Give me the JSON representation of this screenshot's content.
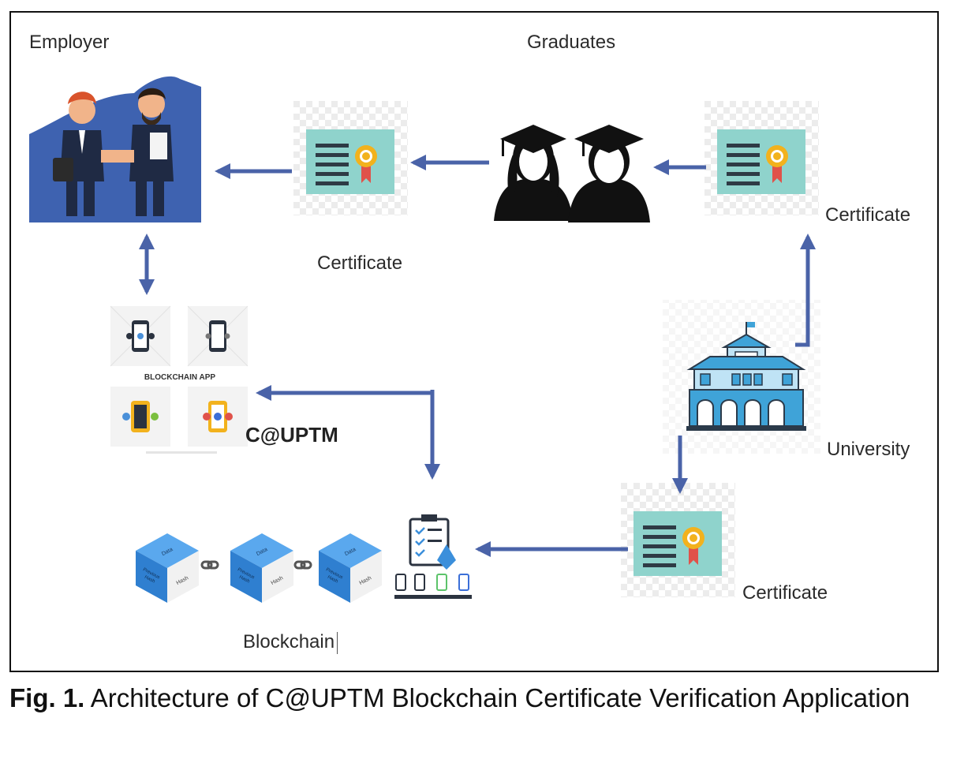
{
  "labels": {
    "employer": "Employer",
    "graduates": "Graduates",
    "certificate_top_middle": "Certificate",
    "certificate_top_right": "Certificate",
    "certificate_bottom_right": "Certificate",
    "university": "University",
    "app_name": "C@UPTM",
    "app_inner_title": "BLOCKCHAIN APP",
    "blockchain": "Blockchain"
  },
  "block_text": {
    "top": "Data",
    "front": "Previous Hash",
    "side": "Hash"
  },
  "caption": {
    "prefix": "Fig. 1.",
    "text": "Architecture of C@UPTM Blockchain Certificate Verification Application"
  },
  "colors": {
    "arrow": "#4a63a8",
    "certificate_bg": "#8fd3cc",
    "ribbon_gold": "#f2b21d",
    "ribbon_red": "#e0524a",
    "university_blue": "#3fa3d8",
    "block_blue": "#3b8fdb",
    "employer_bg": "#3e62b0"
  },
  "icons": [
    "employer-handshake-icon",
    "certificate-icon",
    "graduates-icon",
    "university-icon",
    "blockchain-app-icon",
    "smart-contract-icon",
    "block-icon",
    "chain-link-icon"
  ]
}
